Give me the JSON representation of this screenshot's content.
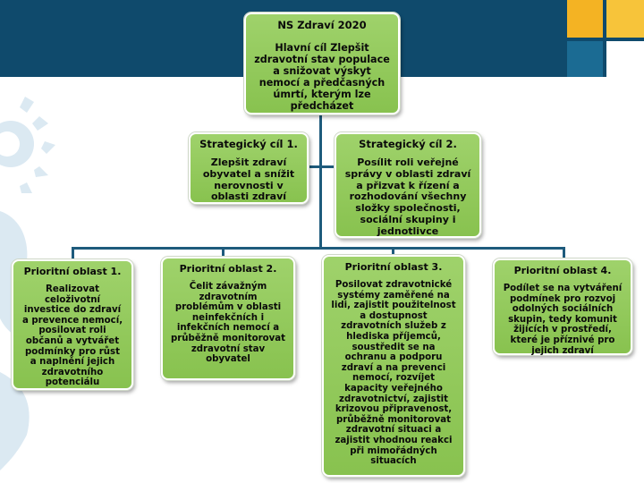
{
  "colors": {
    "header_band": "#0f4a6c",
    "box_fill": "#8fc95a",
    "connector": "#1e5b7c",
    "accent_gold": "#f4b323"
  },
  "main_goal": {
    "title": "NS Zdraví 2020",
    "text": "Hlavní cíl Zlepšit zdravotní stav populace a snižovat výskyt nemocí a předčasných úmrtí, kterým lze předcházet"
  },
  "strategic_goals": [
    {
      "title": "Strategický cíl 1.",
      "text": "Zlepšit zdraví obyvatel a snížit nerovnosti v oblasti zdraví"
    },
    {
      "title": "Strategický cíl 2.",
      "text": "Posílit roli veřejné správy v oblasti zdraví a přizvat k řízení a rozhodování všechny složky společnosti, sociální skupiny i jednotlivce"
    }
  ],
  "priority_areas": [
    {
      "title": "Prioritní oblast 1.",
      "text": "Realizovat celoživotní investice do zdraví a prevence nemocí, posilovat roli občanů a vytvářet podmínky pro růst a naplnění jejich zdravotního potenciálu"
    },
    {
      "title": "Prioritní oblast 2.",
      "text": "Čelit závažným zdravotním problémům v oblasti neinfekčních i infekčních nemocí a průběžně monitorovat zdravotní stav obyvatel"
    },
    {
      "title": "Prioritní oblast 3.",
      "text": "Posilovat zdravotnické systémy zaměřené na lidi, zajistit použitelnost a dostupnost zdravotních služeb z hlediska příjemců, soustředit se na ochranu a podporu zdraví a na prevenci nemocí, rozvíjet kapacity veřejného zdravotnictví, zajistit krizovou připravenost, průběžně monitorovat zdravotní situaci a zajistit vhodnou reakci při mimořádných situacích"
    },
    {
      "title": "Prioritní oblast 4.",
      "text": "Podílet se na vytváření podmínek pro rozvoj odolných sociálních skupin, tedy komunit žijících v prostředí, které je příznivé pro jejich zdraví"
    }
  ]
}
